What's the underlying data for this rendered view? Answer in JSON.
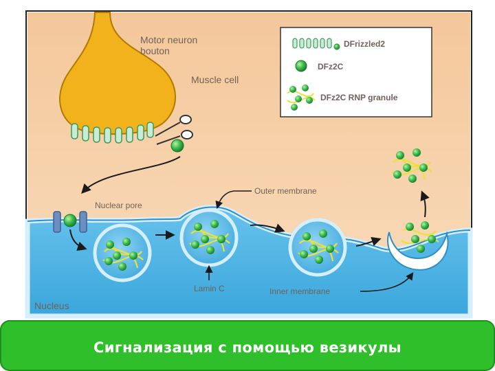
{
  "labels": {
    "motor_neuron_line1": "Motor neuron",
    "motor_neuron_line2": "bouton",
    "muscle_cell": "Muscle cell",
    "nuclear_pore": "Nuclear pore",
    "outer_membrane": "Outer membrane",
    "lamin_c": "Lamin C",
    "inner_membrane": "Inner membrane",
    "nucleus": "Nucleus"
  },
  "legend": {
    "items": [
      {
        "label": "DFrizzled2",
        "icon": "frizzled-receptor-icon"
      },
      {
        "label": "DFz2C",
        "icon": "green-sphere-icon"
      },
      {
        "label": "DFz2C RNP granule",
        "icon": "rnp-granule-icon"
      }
    ]
  },
  "caption": "Сигнализация с помощью везикулы",
  "colors": {
    "muscle": "#f7d3a8",
    "neuron": "#f2b21c",
    "nucleus": "#5ab8e6",
    "granule_green": "#35b24a",
    "lamin_yellow": "#e8e23a",
    "caption_bar": "#2fbf2a"
  }
}
